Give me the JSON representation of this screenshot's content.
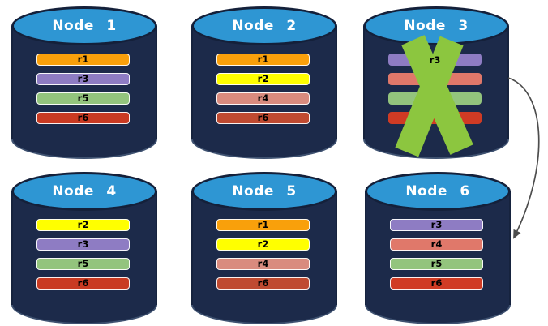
{
  "colors": {
    "cylinder_body": "#1C2A4A",
    "cylinder_top": "#2E96D3",
    "failure_x": "#8CC63F",
    "arrow": "#4D4D4D"
  },
  "nodes": [
    {
      "title": "Node 1",
      "failed": false,
      "replicas": [
        {
          "label": "r1",
          "color": "#F9A00B"
        },
        {
          "label": "r3",
          "color": "#8E7CC3"
        },
        {
          "label": "r5",
          "color": "#93C47D"
        },
        {
          "label": "r6",
          "color": "#C93A22"
        }
      ]
    },
    {
      "title": "Node 2",
      "failed": false,
      "replicas": [
        {
          "label": "r1",
          "color": "#F9A00B"
        },
        {
          "label": "r2",
          "color": "#FFFF00"
        },
        {
          "label": "r4",
          "color": "#D98B7E"
        },
        {
          "label": "r6",
          "color": "#BF4A31"
        }
      ]
    },
    {
      "title": "Node 3",
      "failed": true,
      "replicas": [
        {
          "label": "r3",
          "color": "#8E7CC3"
        },
        {
          "label": "r4",
          "color": "#E0786A"
        },
        {
          "label": "r5",
          "color": "#93C47D"
        },
        {
          "label": "r6",
          "color": "#D03B24"
        }
      ]
    },
    {
      "title": "Node 4",
      "failed": false,
      "replicas": [
        {
          "label": "r2",
          "color": "#FFFF00"
        },
        {
          "label": "r3",
          "color": "#8E7CC3"
        },
        {
          "label": "r5",
          "color": "#93C47D"
        },
        {
          "label": "r6",
          "color": "#C93A22"
        }
      ]
    },
    {
      "title": "Node 5",
      "failed": false,
      "replicas": [
        {
          "label": "r1",
          "color": "#F9A00B"
        },
        {
          "label": "r2",
          "color": "#FFFF00"
        },
        {
          "label": "r4",
          "color": "#D98B7E"
        },
        {
          "label": "r6",
          "color": "#BF4A31"
        }
      ]
    },
    {
      "title": "Node 6",
      "failed": false,
      "replicas": [
        {
          "label": "r3",
          "color": "#8E7CC3"
        },
        {
          "label": "r4",
          "color": "#E0786A"
        },
        {
          "label": "r5",
          "color": "#93C47D"
        },
        {
          "label": "r6",
          "color": "#D03B24"
        }
      ]
    }
  ],
  "arrow": {
    "from": "Node 3",
    "to": "Node 6"
  }
}
